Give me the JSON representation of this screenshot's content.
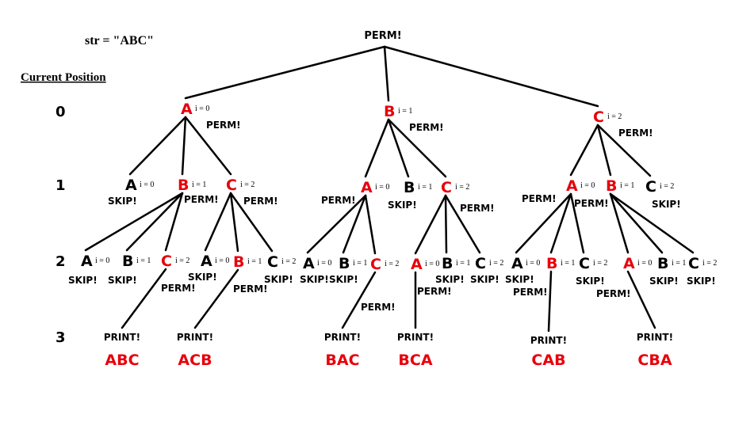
{
  "header": {
    "str_label": "str = \"ABC\"",
    "position_title": "Current Position"
  },
  "colors": {
    "red": "#e8000b",
    "black": "#000000"
  },
  "levels": [
    "0",
    "1",
    "2",
    "3"
  ],
  "root_label": "PERM!",
  "nodes": [
    {
      "id": "l0-a",
      "letter": "A",
      "index": "i = 0",
      "color": "red",
      "notes": [
        "PERM!"
      ]
    },
    {
      "id": "l0-b",
      "letter": "B",
      "index": "i = 1",
      "color": "red",
      "notes": [
        "PERM!"
      ]
    },
    {
      "id": "l0-c",
      "letter": "C",
      "index": "i = 2",
      "color": "red",
      "notes": [
        "PERM!"
      ]
    },
    {
      "id": "l1-a-a",
      "letter": "A",
      "index": "i = 0",
      "color": "black",
      "notes": [
        "SKIP!"
      ]
    },
    {
      "id": "l1-a-b",
      "letter": "B",
      "index": "i = 1",
      "color": "red",
      "notes": [
        "PERM!"
      ]
    },
    {
      "id": "l1-a-c",
      "letter": "C",
      "index": "i = 2",
      "color": "red",
      "notes": [
        "PERM!"
      ]
    },
    {
      "id": "l1-b-a",
      "letter": "A",
      "index": "i = 0",
      "color": "red",
      "notes": [
        "PERM!"
      ]
    },
    {
      "id": "l1-b-b",
      "letter": "B",
      "index": "i = 1",
      "color": "black",
      "notes": [
        "SKIP!"
      ]
    },
    {
      "id": "l1-b-c",
      "letter": "C",
      "index": "i = 2",
      "color": "red",
      "notes": [
        "PERM!"
      ]
    },
    {
      "id": "l1-c-a",
      "letter": "A",
      "index": "i = 0",
      "color": "red",
      "notes": [
        "PERM!"
      ]
    },
    {
      "id": "l1-c-b",
      "letter": "B",
      "index": "i = 1",
      "color": "red",
      "notes": [
        "PERM!"
      ]
    },
    {
      "id": "l1-c-c",
      "letter": "C",
      "index": "i = 2",
      "color": "black",
      "notes": [
        "SKIP!"
      ]
    },
    {
      "id": "l2-1-a",
      "letter": "A",
      "index": "i = 0",
      "color": "black",
      "notes": [
        "SKIP!"
      ]
    },
    {
      "id": "l2-1-b",
      "letter": "B",
      "index": "i = 1",
      "color": "black",
      "notes": [
        "SKIP!"
      ]
    },
    {
      "id": "l2-1-c",
      "letter": "C",
      "index": "i = 2",
      "color": "red",
      "notes": [
        "PERM!"
      ]
    },
    {
      "id": "l2-2-a",
      "letter": "A",
      "index": "i = 0",
      "color": "black",
      "notes": [
        "SKIP!"
      ]
    },
    {
      "id": "l2-2-b",
      "letter": "B",
      "index": "i = 1",
      "color": "red",
      "notes": [
        "PERM!"
      ]
    },
    {
      "id": "l2-2-c",
      "letter": "C",
      "index": "i = 2",
      "color": "black",
      "notes": [
        "SKIP!"
      ]
    },
    {
      "id": "l2-3-a",
      "letter": "A",
      "index": "i = 0",
      "color": "black",
      "notes": [
        "SKIP!"
      ]
    },
    {
      "id": "l2-3-b",
      "letter": "B",
      "index": "i = 1",
      "color": "black",
      "notes": [
        "SKIP!"
      ]
    },
    {
      "id": "l2-3-c",
      "letter": "C",
      "index": "i = 2",
      "color": "red",
      "notes": [
        "PERM!"
      ]
    },
    {
      "id": "l2-4-a",
      "letter": "A",
      "index": "i = 0",
      "color": "red",
      "notes": [
        "PERM!"
      ]
    },
    {
      "id": "l2-4-b",
      "letter": "B",
      "index": "i = 1",
      "color": "black",
      "notes": [
        "SKIP!"
      ]
    },
    {
      "id": "l2-4-c",
      "letter": "C",
      "index": "i = 2",
      "color": "black",
      "notes": [
        "SKIP!"
      ]
    },
    {
      "id": "l2-5-a",
      "letter": "A",
      "index": "i = 0",
      "color": "black",
      "notes": [
        "SKIP!"
      ]
    },
    {
      "id": "l2-5-b",
      "letter": "B",
      "index": "i = 1",
      "color": "red",
      "notes": [
        "PERM!"
      ]
    },
    {
      "id": "l2-5-c",
      "letter": "C",
      "index": "i = 2",
      "color": "black",
      "notes": [
        "SKIP!"
      ]
    },
    {
      "id": "l2-6-a",
      "letter": "A",
      "index": "i = 0",
      "color": "red",
      "notes": [
        "PERM!"
      ]
    },
    {
      "id": "l2-6-b",
      "letter": "B",
      "index": "i = 1",
      "color": "black",
      "notes": [
        "SKIP!"
      ]
    },
    {
      "id": "l2-6-c",
      "letter": "C",
      "index": "i = 2",
      "color": "black",
      "notes": [
        "SKIP!"
      ]
    }
  ],
  "print_label": "PRINT!",
  "results": [
    "ABC",
    "ACB",
    "BAC",
    "BCA",
    "CAB",
    "CBA"
  ]
}
